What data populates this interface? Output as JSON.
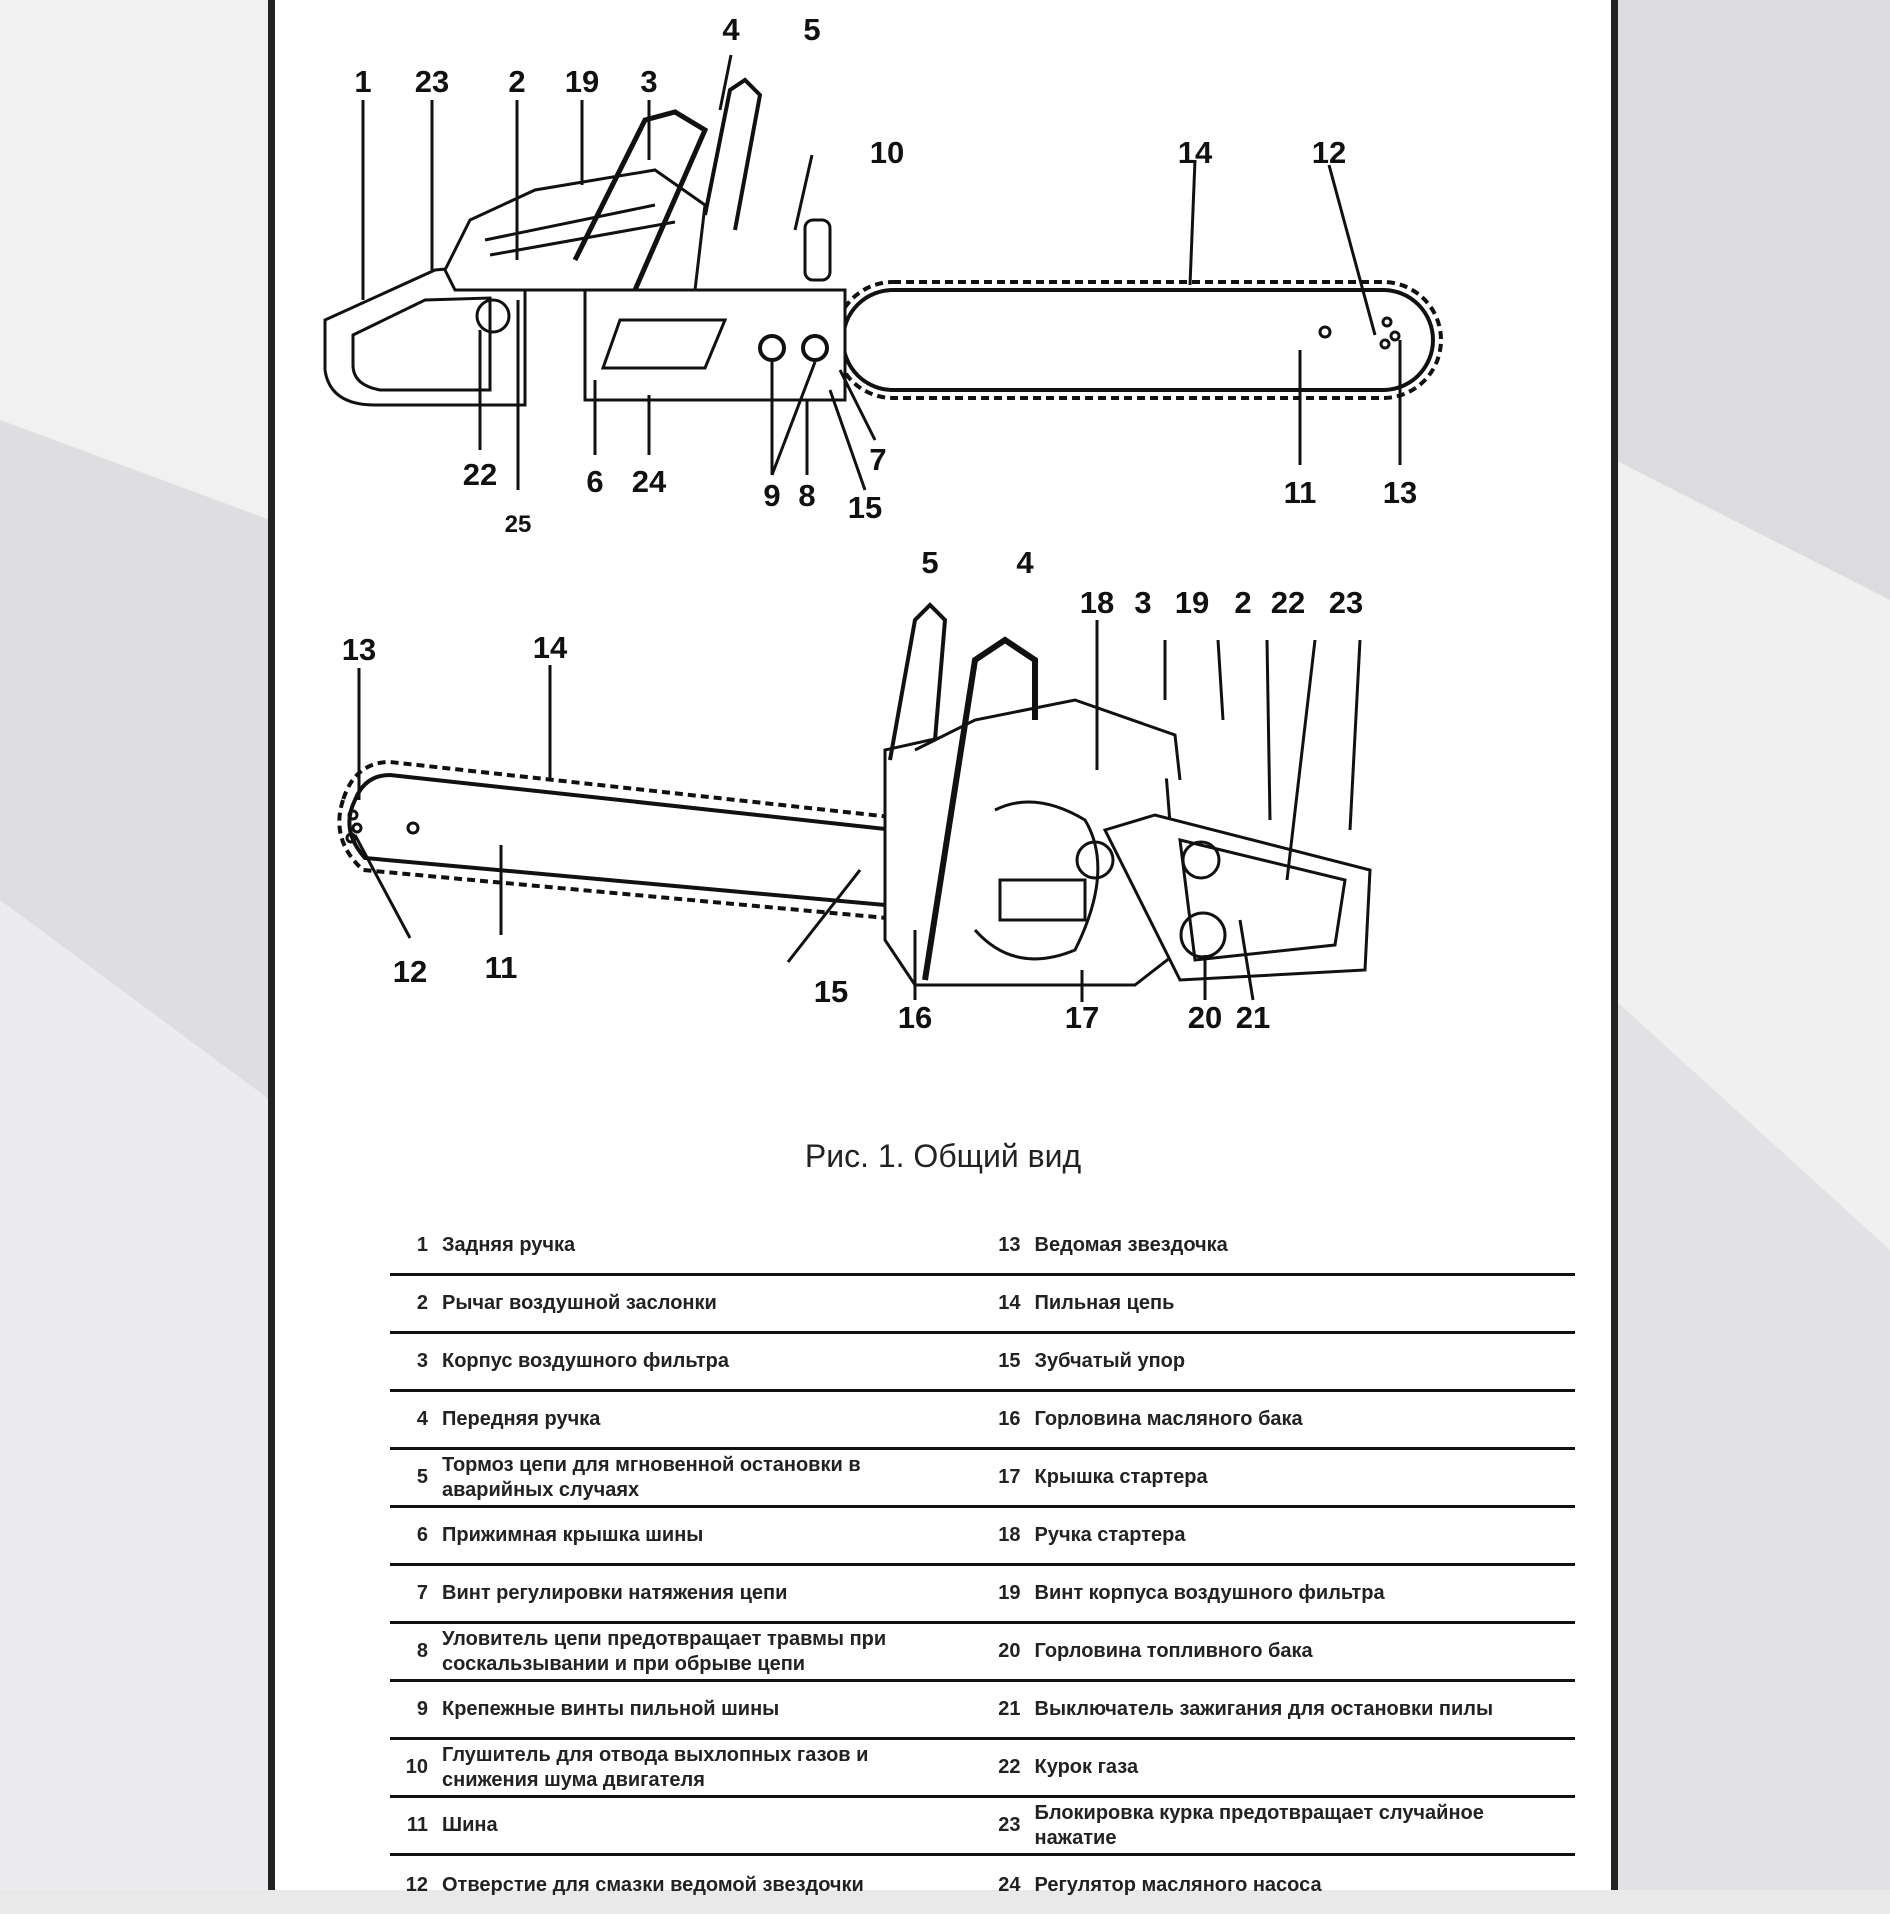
{
  "figure": {
    "top_labels": [
      "1",
      "23",
      "2",
      "19",
      "3",
      "4",
      "5",
      "10",
      "14",
      "12",
      "22",
      "25",
      "6",
      "24",
      "9",
      "8",
      "15",
      "7",
      "11",
      "13"
    ],
    "bottom_labels": [
      "5",
      "4",
      "18",
      "3",
      "19",
      "2",
      "22",
      "23",
      "13",
      "14",
      "12",
      "11",
      "15",
      "16",
      "17",
      "20",
      "21"
    ],
    "caption": "Рис. 1. Общий вид"
  },
  "legend": {
    "rows": [
      [
        {
          "n": "1",
          "t": "Задняя ручка"
        },
        {
          "n": "13",
          "t": "Ведомая звездочка"
        }
      ],
      [
        {
          "n": "2",
          "t": "Рычаг воздушной заслонки"
        },
        {
          "n": "14",
          "t": "Пильная цепь"
        }
      ],
      [
        {
          "n": "3",
          "t": "Корпус воздушного фильтра"
        },
        {
          "n": "15",
          "t": "Зубчатый упор"
        }
      ],
      [
        {
          "n": "4",
          "t": "Передняя ручка"
        },
        {
          "n": "16",
          "t": "Горловина масляного бака"
        }
      ],
      [
        {
          "n": "5",
          "t": "Тормоз цепи для мгновенной остановки в аварийных случаях"
        },
        {
          "n": "17",
          "t": "Крышка стартера"
        }
      ],
      [
        {
          "n": "6",
          "t": "Прижимная крышка шины"
        },
        {
          "n": "18",
          "t": "Ручка стартера"
        }
      ],
      [
        {
          "n": "7",
          "t": "Винт регулировки натяжения цепи"
        },
        {
          "n": "19",
          "t": "Винт корпуса воздушного фильтра"
        }
      ],
      [
        {
          "n": "8",
          "t": "Уловитель цепи предотвращает травмы при соскальзывании и при обрыве цепи"
        },
        {
          "n": "20",
          "t": "Горловина топливного бака"
        }
      ],
      [
        {
          "n": "9",
          "t": "Крепежные винты пильной шины"
        },
        {
          "n": "21",
          "t": "Выключатель зажигания для остановки пилы"
        }
      ],
      [
        {
          "n": "10",
          "t": "Глушитель для отвода выхлопных газов и снижения шума двигателя"
        },
        {
          "n": "22",
          "t": "Курок газа"
        }
      ],
      [
        {
          "n": "11",
          "t": "Шина"
        },
        {
          "n": "23",
          "t": "Блокировка курка предотвращает случайное нажатие"
        }
      ],
      [
        {
          "n": "12",
          "t": "Отверстие для смазки ведомой звездочки"
        },
        {
          "n": "24",
          "t": "Регулятор масляного насоса"
        }
      ]
    ]
  }
}
